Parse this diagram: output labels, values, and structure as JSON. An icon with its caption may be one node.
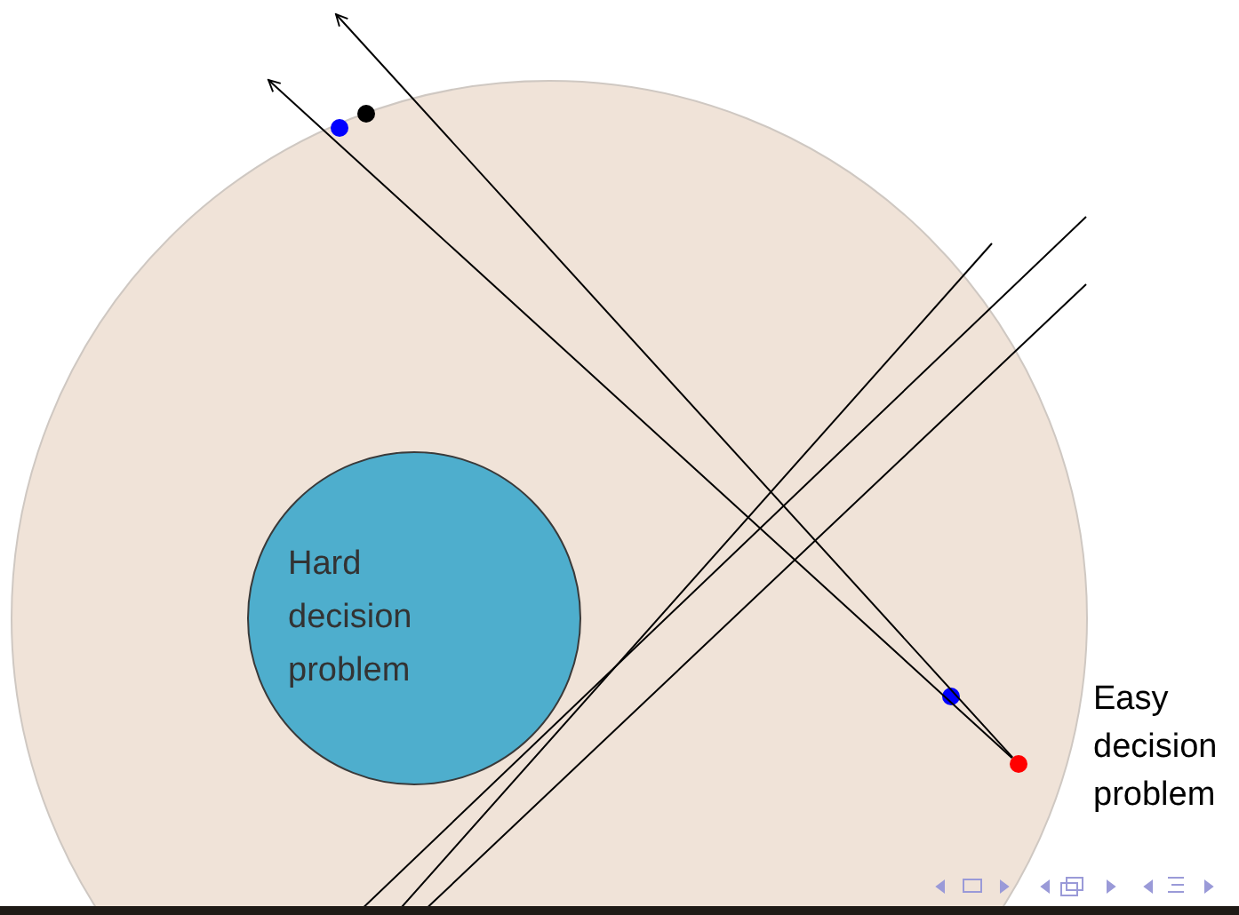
{
  "diagram": {
    "nodes": [
      {
        "text": [],
        "shape": "circle",
        "beside": [
          "Easy decision problem"
        ]
      },
      {
        "text": [
          "Hard decision problem"
        ],
        "in": 0
      },
      {
        "text": [],
        "shape": "circle",
        "in": 0
      },
      {
        "text": [],
        "shape": "circle",
        "in": 0
      },
      {
        "text": [],
        "shape": "circle",
        "in": 0
      },
      {
        "text": [],
        "shape": "circle",
        "in": 0
      }
    ],
    "edges": [
      {
        "from": 2,
        "to": null,
        "arrow": "to"
      },
      {
        "from": 2,
        "to": null,
        "arrow": "to"
      }
    ]
  }
}
